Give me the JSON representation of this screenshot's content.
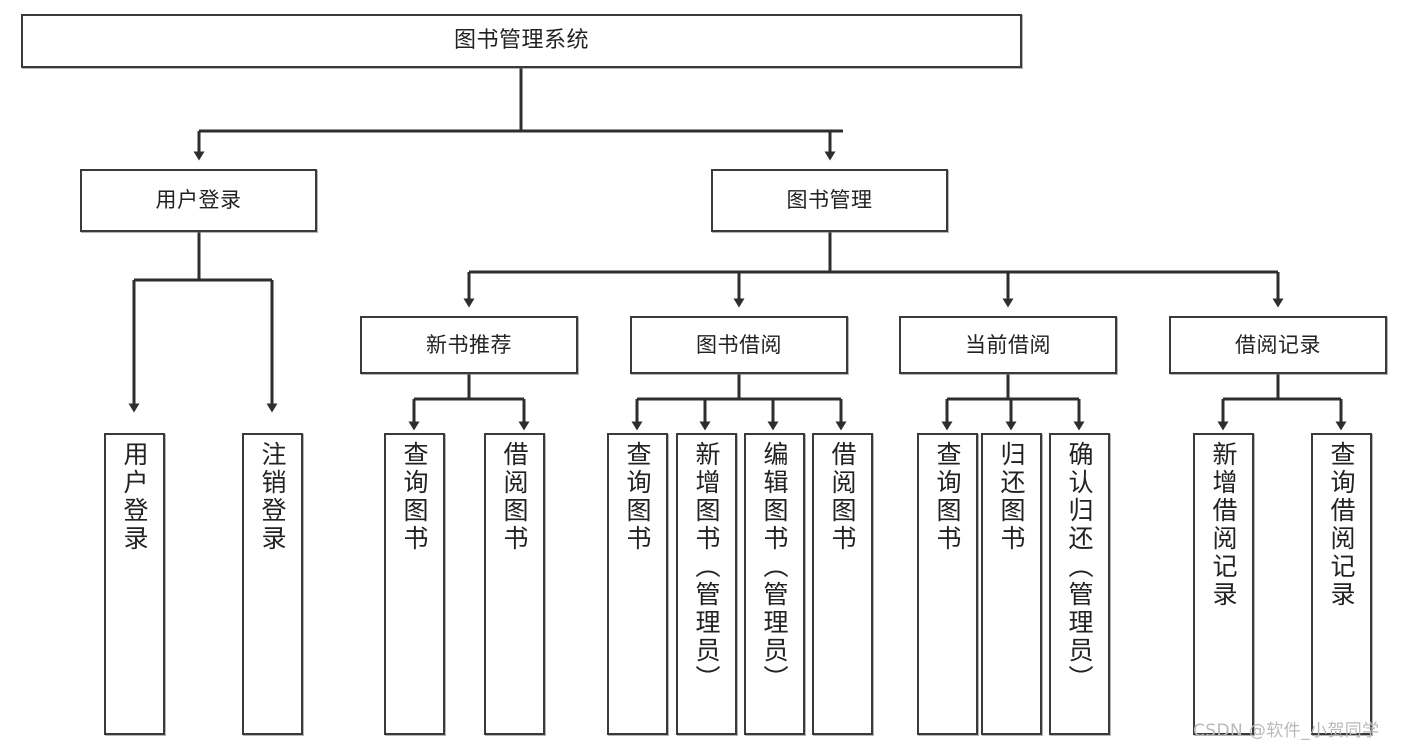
{
  "diagram": {
    "title": "图书管理系统",
    "type": "hierarchy-tree",
    "style": {
      "box_border": "#3a3a3a",
      "box_fill": "#ffffff",
      "line": "#2e2e2e",
      "page_bg": "#ffffff"
    },
    "root": {
      "label": "图书管理系统"
    },
    "level2": [
      {
        "label": "用户登录"
      },
      {
        "label": "图书管理"
      }
    ],
    "level3": [
      {
        "label": "新书推荐"
      },
      {
        "label": "图书借阅"
      },
      {
        "label": "当前借阅"
      },
      {
        "label": "借阅记录"
      }
    ],
    "leaves": {
      "user_login": [
        {
          "label": "用户登录"
        },
        {
          "label": "注销登录"
        }
      ],
      "new_book_recommend": [
        {
          "label": "查询图书"
        },
        {
          "label": "借阅图书"
        }
      ],
      "book_borrow": [
        {
          "label": "查询图书"
        },
        {
          "label": "新增图书（管理员）"
        },
        {
          "label": "编辑图书（管理员）"
        },
        {
          "label": "借阅图书"
        }
      ],
      "current_borrow": [
        {
          "label": "查询图书"
        },
        {
          "label": "归还图书"
        },
        {
          "label": "确认归还（管理员）"
        }
      ],
      "borrow_record": [
        {
          "label": "新增借阅记录"
        },
        {
          "label": "查询借阅记录"
        }
      ]
    }
  },
  "watermark": {
    "text": "CSDN @软件_小贺同学"
  }
}
